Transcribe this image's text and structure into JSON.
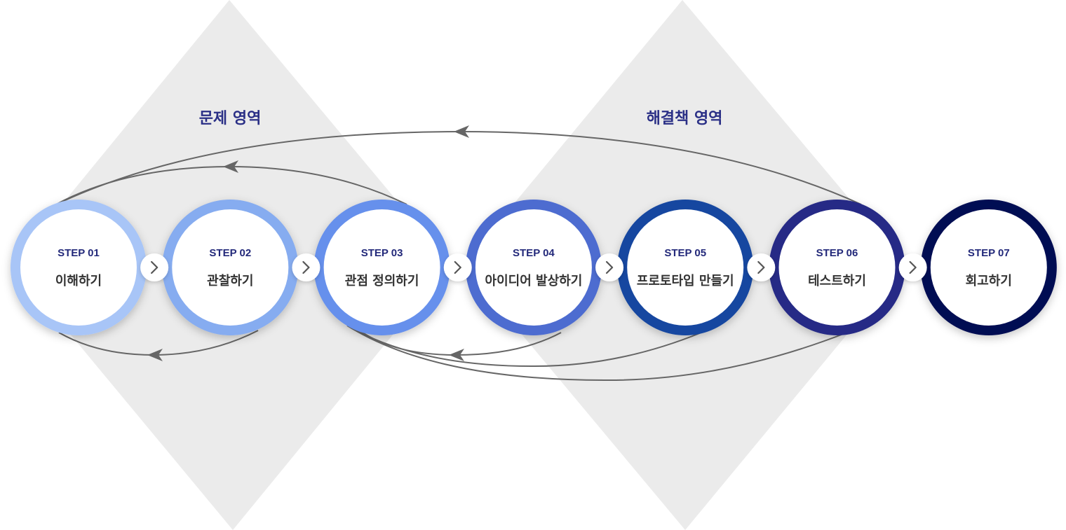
{
  "areas": [
    {
      "id": "problem",
      "label": "문제 영역"
    },
    {
      "id": "solution",
      "label": "해결책 영역"
    }
  ],
  "colors": {
    "diamond": "#ebebeb",
    "arrow_button": "#ffffff",
    "loop_line": "#666666",
    "step_label": "#23297a",
    "area_label": "#2a2f86"
  },
  "steps": [
    {
      "num": "STEP 01",
      "name": "이해하기",
      "ring_color": "#a8c5f7"
    },
    {
      "num": "STEP 02",
      "name": "관찰하기",
      "ring_color": "#86acf0"
    },
    {
      "num": "STEP 03",
      "name": "관점 정의하기",
      "ring_color": "#6690ec"
    },
    {
      "num": "STEP 04",
      "name": "아이디어 발상하기",
      "ring_color": "#4d6cd0"
    },
    {
      "num": "STEP 05",
      "name": "프로토타입 만들기",
      "ring_color": "#1446a0"
    },
    {
      "num": "STEP 06",
      "name": "테스트하기",
      "ring_color": "#262b86"
    },
    {
      "num": "STEP 07",
      "name": "회고하기",
      "ring_color": "#060b52"
    }
  ],
  "connector_icon": "chevron-right-icon",
  "feedback_loops": [
    {
      "from": "STEP 06",
      "to": "STEP 01",
      "direction": "top"
    },
    {
      "from": "STEP 03",
      "to": "STEP 01",
      "direction": "top"
    },
    {
      "from": "STEP 02",
      "to": "STEP 01",
      "direction": "bottom"
    },
    {
      "from": "STEP 05",
      "to": "STEP 03",
      "direction": "bottom"
    },
    {
      "from": "STEP 06",
      "to": "STEP 03",
      "direction": "bottom"
    }
  ]
}
